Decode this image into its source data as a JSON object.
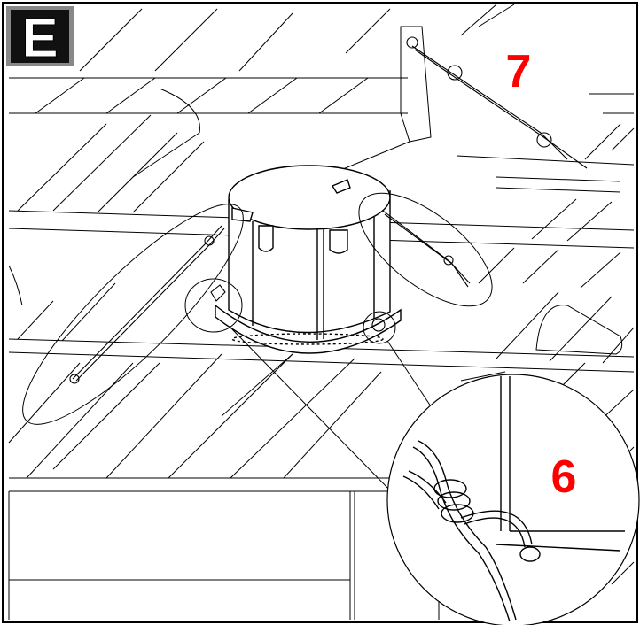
{
  "step_letter": "E",
  "callouts": [
    "7",
    "6"
  ],
  "colors": {
    "callout": "#ff0000",
    "line": "#000000",
    "background": "#ffffff",
    "step_box_fill": "#111111",
    "step_box_border": "#888888"
  }
}
